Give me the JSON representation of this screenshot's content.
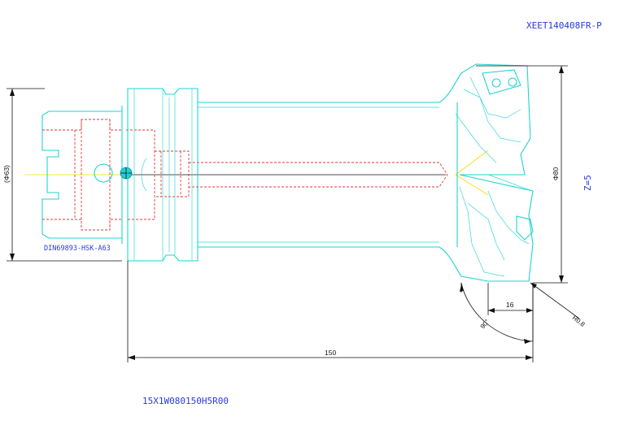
{
  "drawing": {
    "insert_code": "XEET140408FR-P",
    "tool_code": "15X1W080150H5R00",
    "teeth_count": "Z=5",
    "shank_standard": "DIN69893-HSK-A63",
    "dims": {
      "shank_diameter": "(Φ63)",
      "cutter_diameter": "Φ80",
      "overall_length": "150",
      "cut_depth": "16",
      "corner_radius": "R0.8",
      "lead_angle": "90°"
    }
  },
  "colors": {
    "outline": "#1fd3d3",
    "hidden": "#e23a3a",
    "centerline": "#f0e000",
    "label": "#2a3bd8",
    "dimension": "#111111"
  }
}
